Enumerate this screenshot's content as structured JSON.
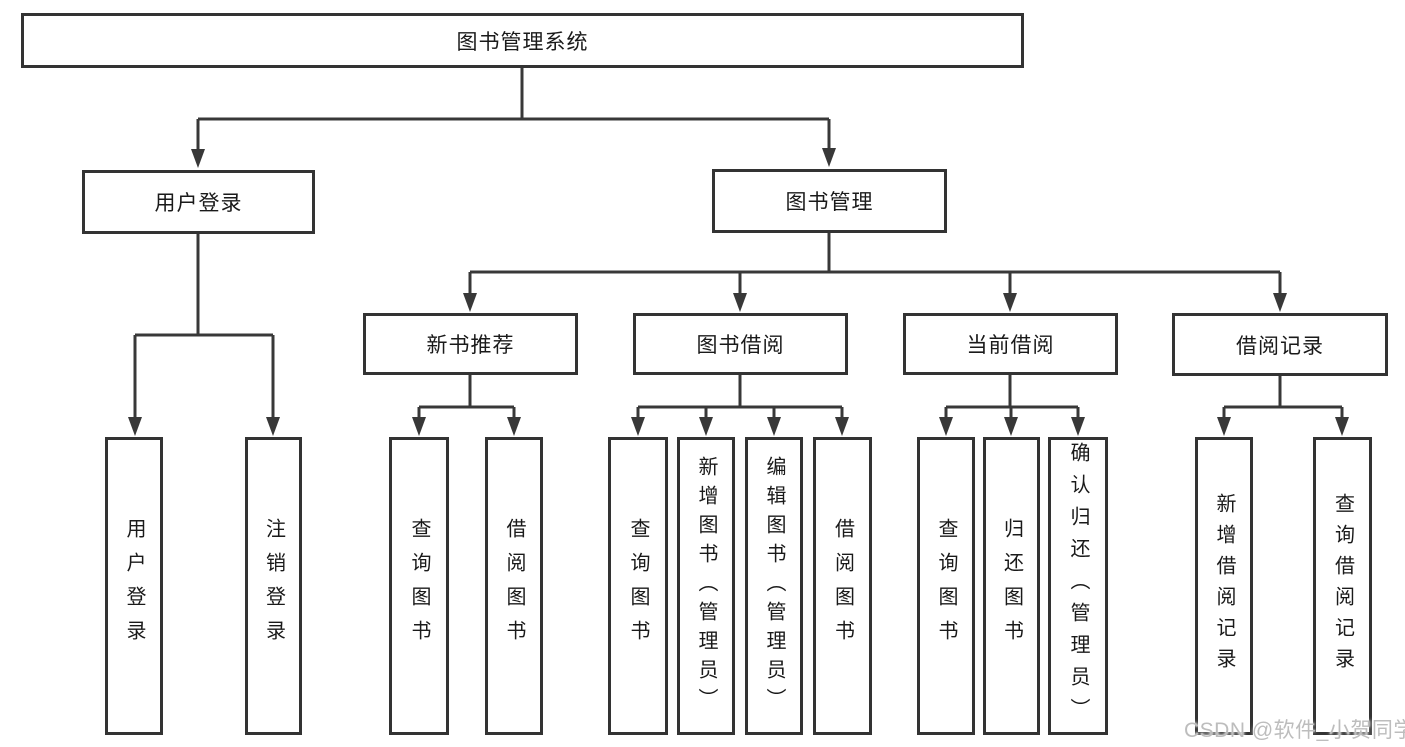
{
  "colors": {
    "line": "#383838",
    "box_border": "#333333",
    "text": "#1a1a1a",
    "watermark": "#bdbdbd",
    "background": "#ffffff"
  },
  "chart_structure": {
    "type": "tree-diagram",
    "root": "图书管理系统",
    "children": [
      {
        "label": "用户登录",
        "children": [
          "用户登录",
          "注销登录"
        ]
      },
      {
        "label": "图书管理",
        "children": [
          {
            "label": "新书推荐",
            "children": [
              "查询图书",
              "借阅图书"
            ]
          },
          {
            "label": "图书借阅",
            "children": [
              "查询图书",
              "新增图书（管理员）",
              "编辑图书（管理员）",
              "借阅图书"
            ]
          },
          {
            "label": "当前借阅",
            "children": [
              "查询图书",
              "归还图书",
              "确认归还（管理员）"
            ]
          },
          {
            "label": "借阅记录",
            "children": [
              "新增借阅记录",
              "查询借阅记录"
            ]
          }
        ]
      }
    ]
  },
  "nodes": {
    "root": {
      "label": "图书管理系统"
    },
    "level2": [
      {
        "label": "用户登录"
      },
      {
        "label": "图书管理"
      }
    ],
    "level3": [
      {
        "label": "新书推荐"
      },
      {
        "label": "图书借阅"
      },
      {
        "label": "当前借阅"
      },
      {
        "label": "借阅记录"
      }
    ],
    "level4": [
      {
        "label": "用户登录",
        "parent": "用户登录"
      },
      {
        "label": "注销登录",
        "parent": "用户登录"
      },
      {
        "label": "查询图书",
        "parent": "新书推荐"
      },
      {
        "label": "借阅图书",
        "parent": "新书推荐"
      },
      {
        "label": "查询图书",
        "parent": "图书借阅"
      },
      {
        "label": "新增图书（管理员）",
        "parent": "图书借阅"
      },
      {
        "label": "编辑图书（管理员）",
        "parent": "图书借阅"
      },
      {
        "label": "借阅图书",
        "parent": "图书借阅"
      },
      {
        "label": "查询图书",
        "parent": "当前借阅"
      },
      {
        "label": "归还图书",
        "parent": "当前借阅"
      },
      {
        "label": "确认归还（管理员）",
        "parent": "当前借阅"
      },
      {
        "label": "新增借阅记录",
        "parent": "借阅记录"
      },
      {
        "label": "查询借阅记录",
        "parent": "借阅记录"
      }
    ]
  },
  "watermark": {
    "text": "CSDN @软件_小贺同学"
  }
}
